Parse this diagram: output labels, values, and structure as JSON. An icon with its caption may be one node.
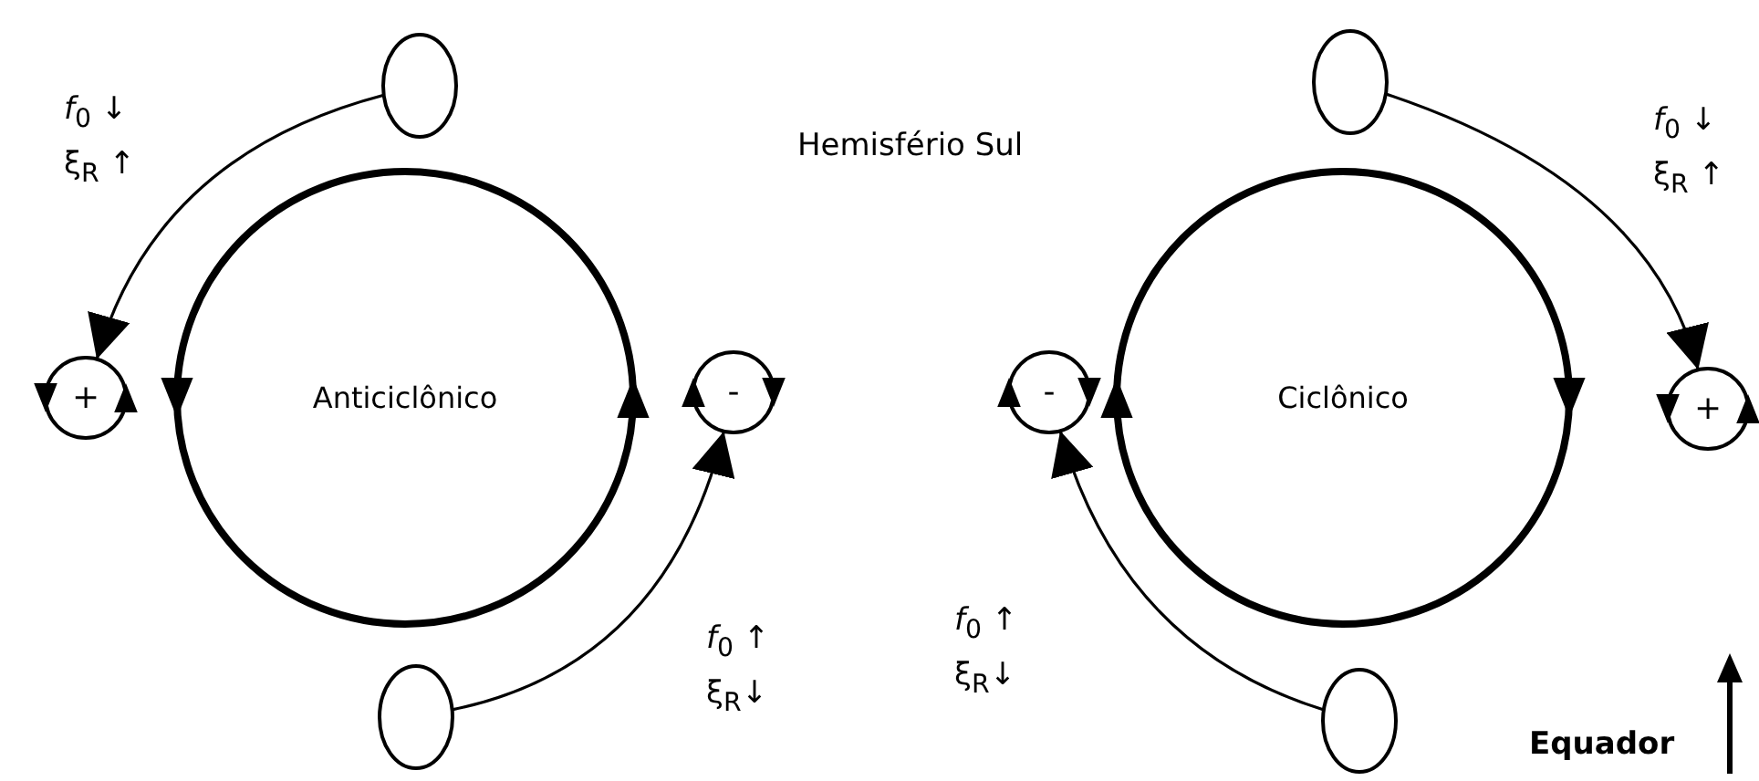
{
  "diagram": {
    "nodes": [
      {
        "text": [],
        "shape": "circle"
      },
      {
        "text": [
          "+"
        ]
      },
      {
        "text": [
          "Anticiclônico"
        ]
      },
      {
        "text": [
          "-"
        ]
      },
      {
        "text": [],
        "shape": "circle"
      },
      {
        "text": [],
        "shape": "circle"
      },
      {
        "text": [
          "-"
        ]
      },
      {
        "text": [
          "Ciclônico"
        ]
      },
      {
        "text": [
          "+"
        ]
      },
      {
        "text": [],
        "shape": "circle"
      }
    ],
    "edges": [
      {
        "from": 0,
        "to": 1,
        "arrow": "to"
      },
      {
        "from": 4,
        "to": 3,
        "arrow": "to"
      },
      {
        "from": 5,
        "to": 8,
        "arrow": "to"
      },
      {
        "from": 9,
        "to": 6,
        "arrow": "to"
      }
    ],
    "labels": [
      "*f*$_{0}$ ↓",
      "ξ$_{R}$ ↑",
      "Hemisfério Sul",
      "*f*$_{0}$ ↓",
      "ξ$_{R}$ ↑",
      "*f*$_{0}$ ↑",
      "ξ$_{R}$↓",
      "*f*$_{0}$ ↑",
      "ξ$_{R}$↓",
      "Equador"
    ]
  }
}
